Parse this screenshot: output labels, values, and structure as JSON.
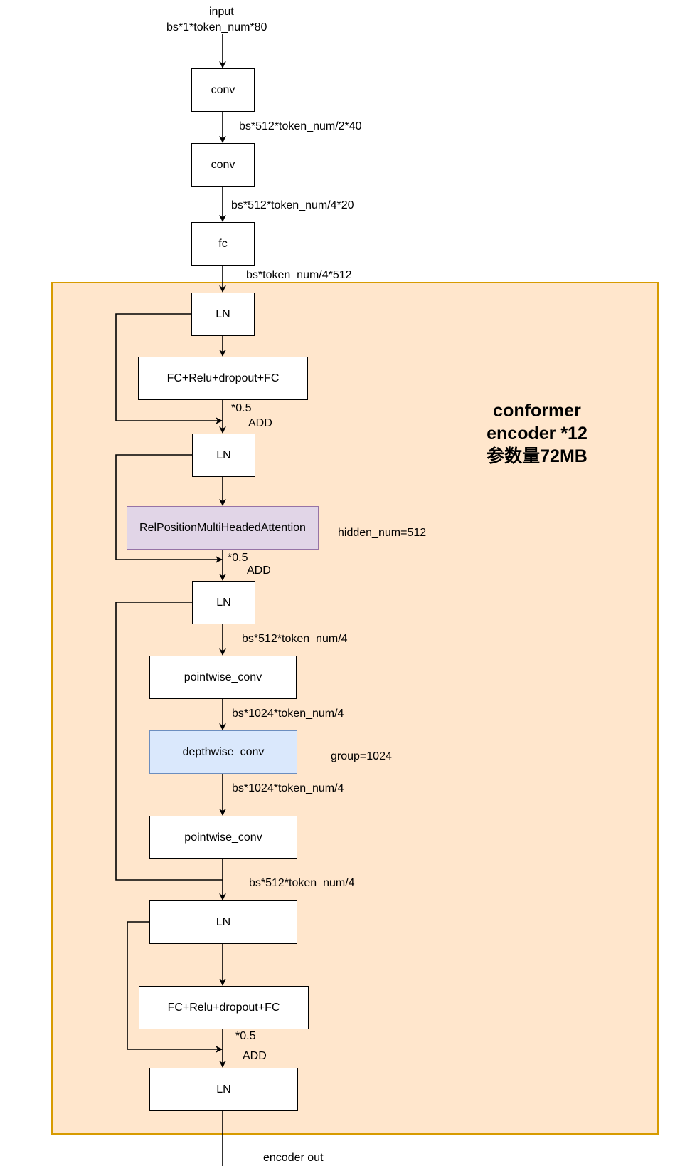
{
  "input": {
    "label": "input",
    "shape": "bs*1*token_num*80"
  },
  "blocks": {
    "conv1": "conv",
    "conv2": "conv",
    "fc": "fc",
    "ln1": "LN",
    "ffn1": "FC+Relu+dropout+FC",
    "ln2": "LN",
    "attention": "RelPositionMultiHeadedAttention",
    "ln3": "LN",
    "pointwise1": "pointwise_conv",
    "depthwise": "depthwise_conv",
    "pointwise2": "pointwise_conv",
    "ln4": "LN",
    "ffn2": "FC+Relu+dropout+FC",
    "ln5": "LN"
  },
  "edges": {
    "conv1_out": "bs*512*token_num/2*40",
    "conv2_out": "bs*512*token_num/4*20",
    "fc_out": "bs*token_num/4*512",
    "ln3_out": "bs*512*token_num/4",
    "pointwise1_out": "bs*1024*token_num/4",
    "depthwise_out": "bs*1024*token_num/4",
    "pointwise2_out": "bs*512*token_num/4"
  },
  "residuals": [
    {
      "scale": "*0.5",
      "op": "ADD"
    },
    {
      "scale": "*0.5",
      "op": "ADD"
    },
    {
      "scale": "*0.5",
      "op": "ADD"
    }
  ],
  "annotations": {
    "attention_note": "hidden_num=512",
    "depthwise_note": "group=1024"
  },
  "encoder_title": {
    "line1": "conformer",
    "line2": "encoder  *12",
    "line3": "参数量72MB"
  },
  "output": {
    "label": "encoder out"
  },
  "colors": {
    "container_fill": "#ffe6cc",
    "container_border": "#d79b00",
    "attention_fill": "#e1d5e7",
    "attention_border": "#9673a6",
    "depthwise_fill": "#dae8fc",
    "depthwise_border": "#6c8ebf"
  }
}
